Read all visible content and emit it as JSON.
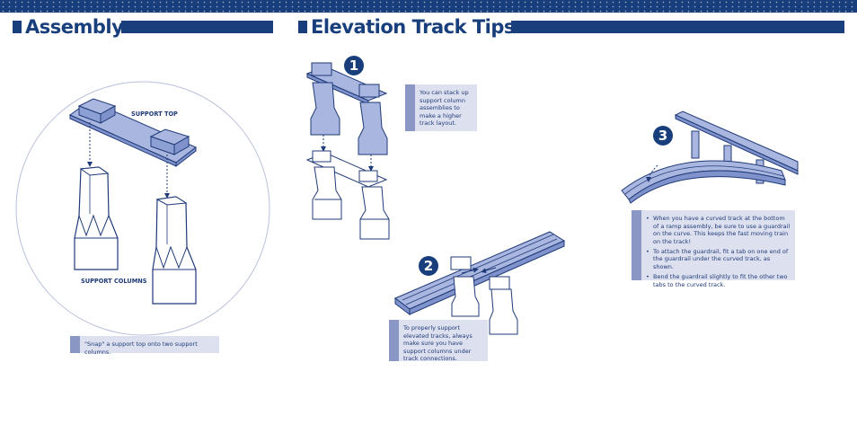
{
  "assembly": {
    "title": "Assembly",
    "label_support_top": "SUPPORT TOP",
    "label_support_columns": "SUPPORT COLUMNS",
    "caption": "\"Snap\" a support top onto two support columns."
  },
  "elevation": {
    "title": "Elevation Track Tips",
    "step1": {
      "number": "1",
      "text": "You can stack up support column assemblies to make a higher track layout."
    },
    "step2": {
      "number": "2",
      "text": "To properly support elevated tracks, always make sure you have support columns under track connections."
    },
    "step3": {
      "number": "3",
      "bullets": [
        "When you have a curved track at the bottom of a ramp assembly, be sure to use a guardrail on the curve. This keeps the fast moving train on the track!",
        "To attach the guardrail, fit a tab on one end of the guardrail under the curved track, as shown.",
        "Bend the guardrail slightly to fit the other two tabs to the curved track."
      ]
    }
  },
  "colors": {
    "navy": "#183f7c",
    "callout_bg": "#dde1ef",
    "callout_stripe": "#8a96c3",
    "part_blue": "#a9b7e0"
  }
}
